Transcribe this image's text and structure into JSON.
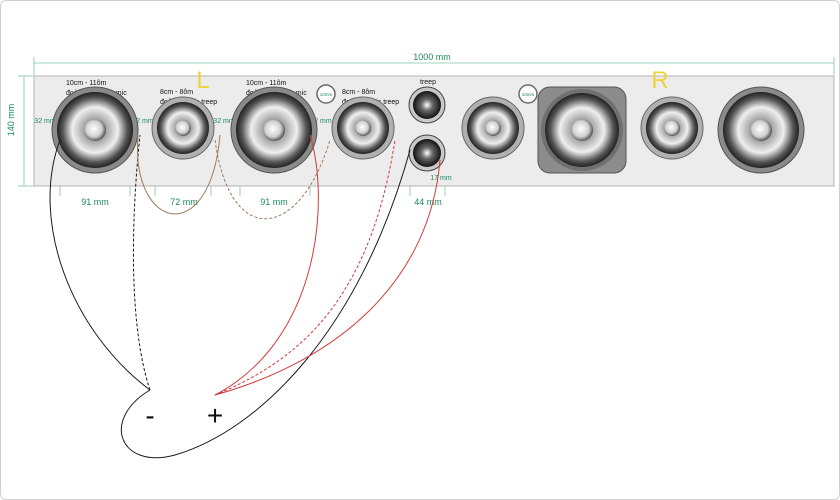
{
  "dimensions": {
    "total_length": "1000 mm",
    "height": "140 mm",
    "gap_32": "32 mm",
    "gap_17": "17 mm",
    "width_91": "91 mm",
    "width_72": "72 mm",
    "width_44": "44 mm"
  },
  "sides": {
    "left": "L",
    "right": "R"
  },
  "speaker_labels": {
    "woofer_line1": "10cm - 11ôm",
    "woofer_line2": "đoản 15w Bass mic",
    "mid_line1": "8cm - 8ôm",
    "mid_line2": "đoản 7w Mic treep",
    "tweeter": "treep",
    "port_small": "10mm"
  },
  "terminals": {
    "negative": "-",
    "positive": "+"
  },
  "colors": {
    "panel": "#ececec",
    "panel_border": "#b5b5b5",
    "dimension_text": "#1d8a5a",
    "side_letter": "#f0d23c",
    "wire_red": "#d43a3a",
    "wire_black": "#1a1a1a"
  }
}
